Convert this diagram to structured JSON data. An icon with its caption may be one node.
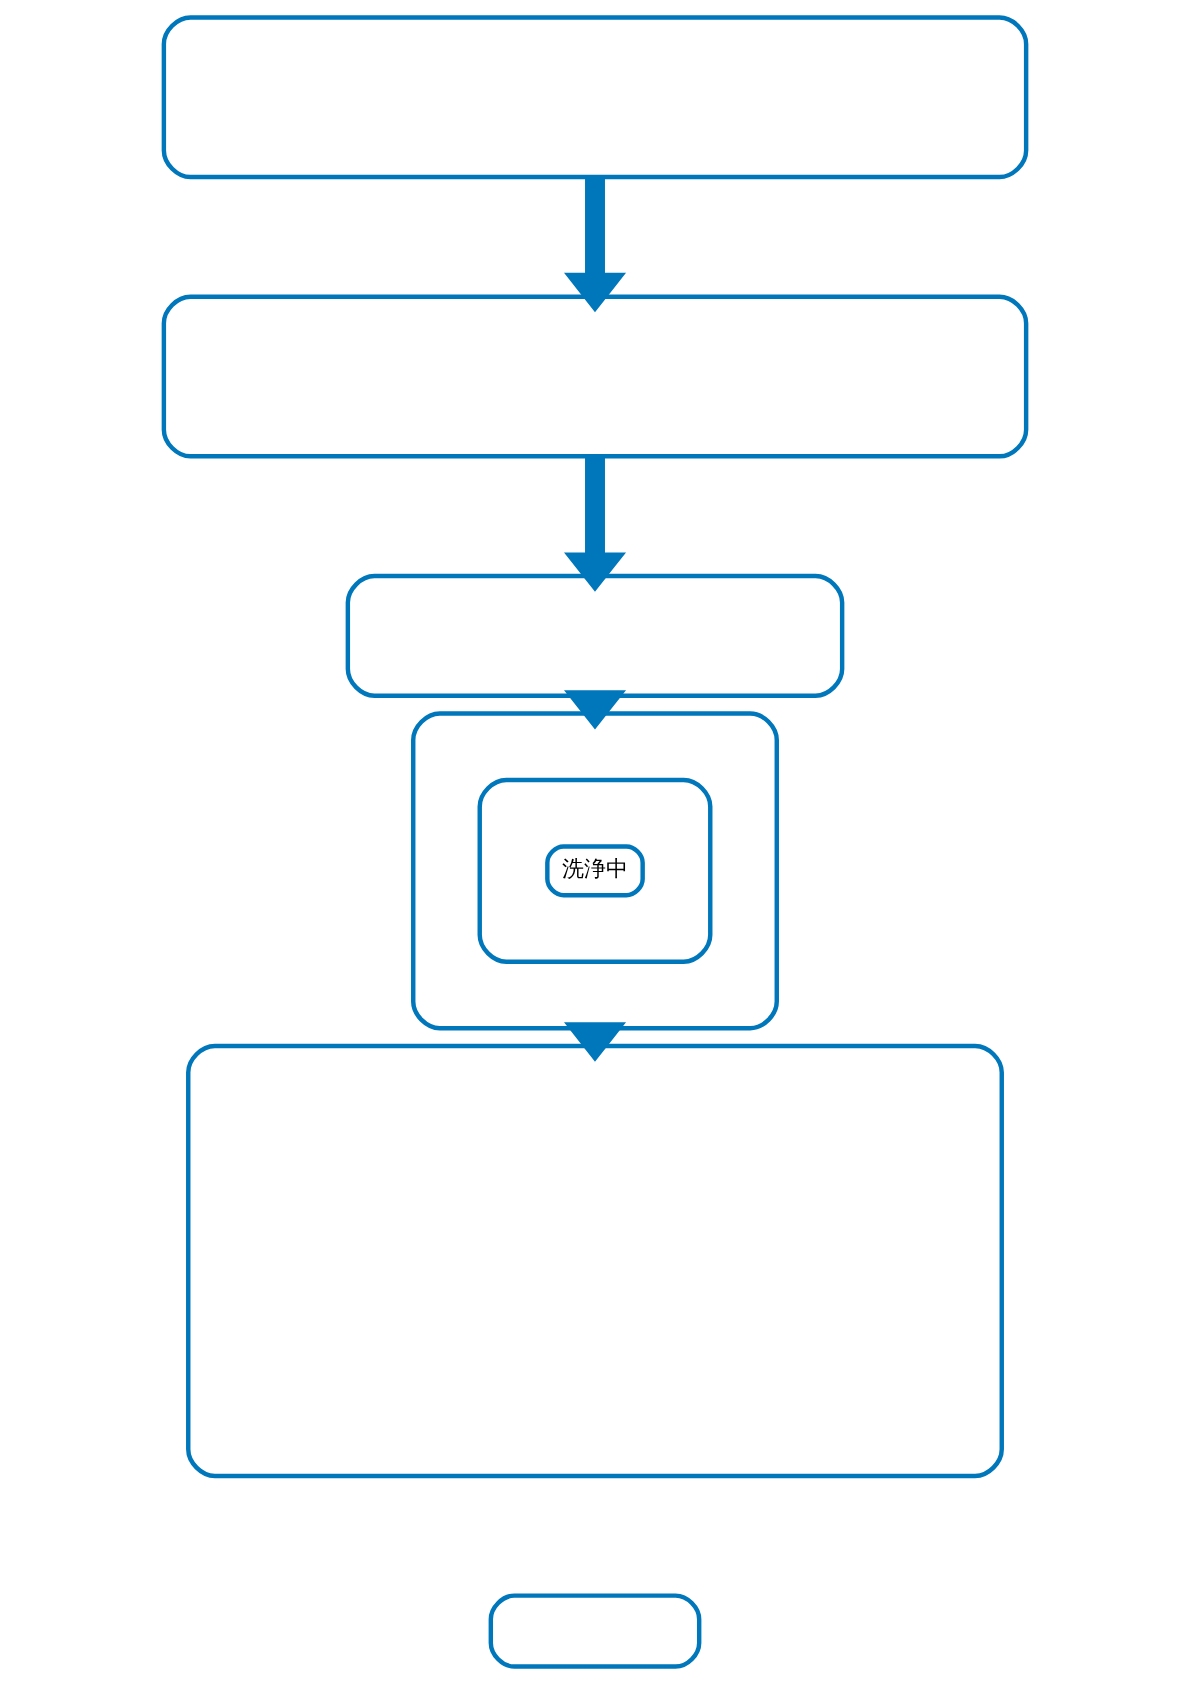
{
  "diagram": {
    "nodes": [
      {
        "text": [],
        "shape": "box"
      },
      {
        "text": [],
        "shape": "box"
      },
      {
        "text": [],
        "shape": "box"
      },
      {
        "text": [],
        "shape": "box"
      },
      {
        "text": [],
        "shape": "box",
        "in": 3
      },
      {
        "text": [
          "洗浄中"
        ],
        "in": 4
      },
      {
        "text": [],
        "shape": "box"
      },
      {
        "text": [],
        "shape": "box"
      }
    ],
    "edges": [
      {
        "from": 0,
        "to": 1,
        "arrow": "to"
      },
      {
        "from": 1,
        "to": 2,
        "arrow": "to"
      },
      {
        "from": 2,
        "to": 3,
        "arrow": "to"
      },
      {
        "from": 3,
        "to": 6,
        "arrow": "to"
      }
    ]
  }
}
